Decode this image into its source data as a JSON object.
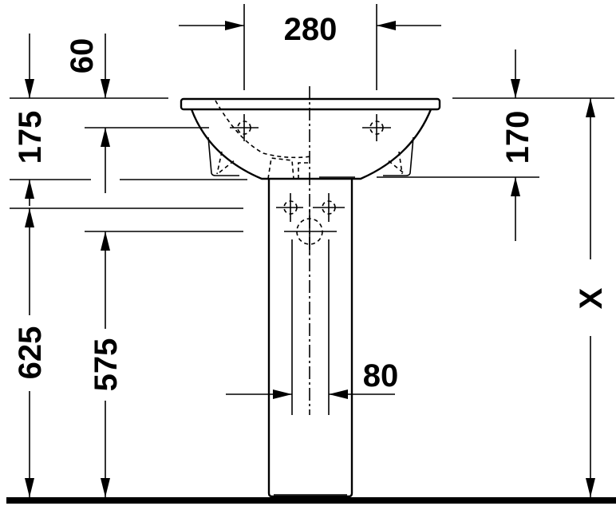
{
  "drawing": {
    "title": "Washbasin with pedestal - dimension drawing",
    "colors": {
      "line": "#000000",
      "background": "#ffffff"
    },
    "dimensions": {
      "basin_width_between_tap_holes": "280",
      "top_offset": "60",
      "basin_depth_left": "175",
      "basin_depth_right": "170",
      "floor_to_lower_ref": "625",
      "floor_to_pedestal_ref": "575",
      "pedestal_drain_spacing": "80",
      "mounting_height": "X"
    },
    "labels": {
      "d280": "280",
      "d60": "60",
      "d175": "175",
      "d170": "170",
      "d625": "625",
      "d575": "575",
      "d80": "80",
      "dX": "X"
    }
  }
}
